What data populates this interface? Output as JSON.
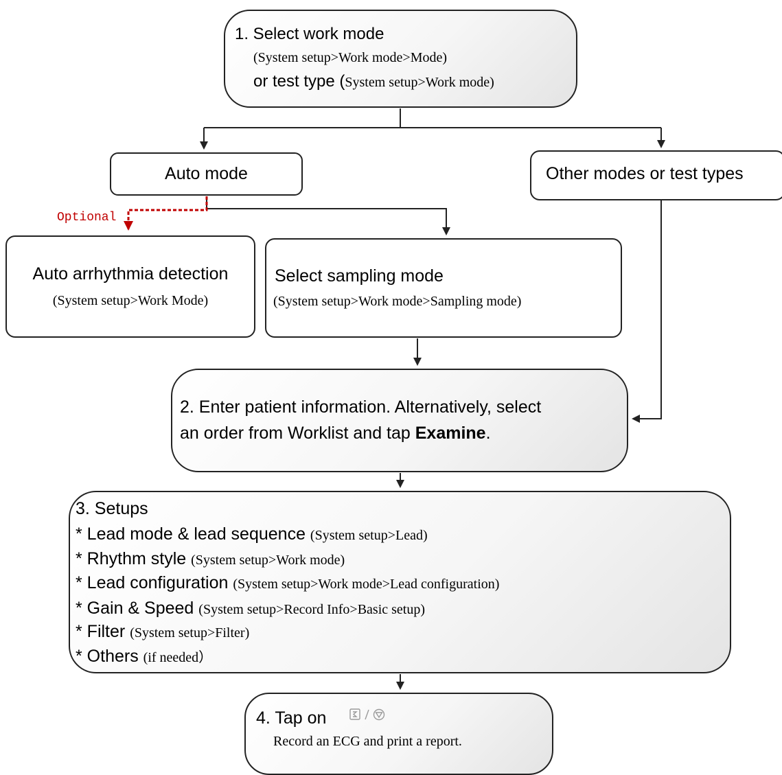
{
  "colors": {
    "stroke": "#222222",
    "optional_accent": "#c00000"
  },
  "step1": {
    "title": "1. Select work mode",
    "path1": "(System setup>Work mode>Mode)",
    "line3_text": "or test type (",
    "line3_path": "System setup>Work mode)"
  },
  "auto_mode": {
    "label": "Auto mode"
  },
  "other_modes": {
    "label": "Other modes or test types"
  },
  "optional": {
    "label": "Optional"
  },
  "auto_arrhythmia": {
    "title": "Auto arrhythmia detection",
    "path": "(System setup>Work Mode)"
  },
  "sampling": {
    "title": "Select sampling mode",
    "path": "(System setup>Work mode>Sampling mode)"
  },
  "step2": {
    "line1": "2. Enter patient information. Alternatively, select",
    "line2_prefix": "an order from Worklist and tap ",
    "line2_bold": "Examine",
    "line2_suffix": "."
  },
  "step3": {
    "title": "3. Setups",
    "items": [
      {
        "label": "* Lead mode & lead sequence ",
        "note": "(System setup>Lead)"
      },
      {
        "label": "* Rhythm style ",
        "note": "(System setup>Work mode)"
      },
      {
        "label": "* Lead configuration ",
        "note": "(System setup>Work mode>Lead configuration)"
      },
      {
        "label": "* Gain & Speed ",
        "note": "(System setup>Record Info>Basic setup)"
      },
      {
        "label": "* Filter ",
        "note": "(System setup>Filter)"
      },
      {
        "label": "* Others ",
        "note": "(if needed）"
      }
    ]
  },
  "step4": {
    "title": "4. Tap on",
    "icons": [
      "record-icon",
      "stop-icon"
    ],
    "desc": "Record an ECG and print a report."
  }
}
